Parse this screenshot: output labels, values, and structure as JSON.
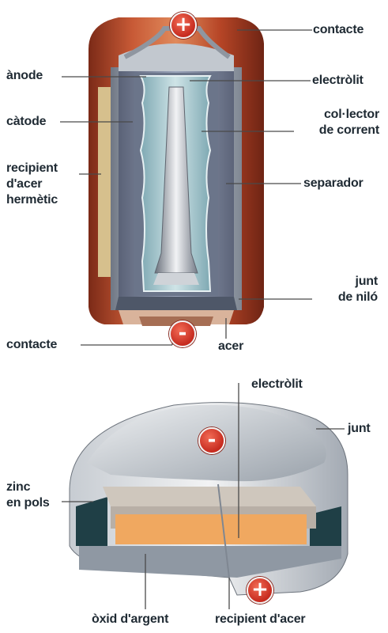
{
  "cylindrical_battery": {
    "labels": {
      "contacte_top": "contacte",
      "anode": "ànode",
      "electrolit": "electròlit",
      "catode": "càtode",
      "collector_l1": "col·lector",
      "collector_l2": "de corrent",
      "recipient_l1": "recipient",
      "recipient_l2": "d'acer",
      "recipient_l3": "hermètic",
      "separador": "separador",
      "junt_l1": "junt",
      "junt_l2": "de niló",
      "contacte_bottom": "contacte",
      "acer": "acer"
    },
    "terminals": {
      "top": "+",
      "bottom": "-"
    }
  },
  "button_battery": {
    "labels": {
      "electrolit": "electròlit",
      "junt": "junt",
      "zinc_l1": "zinc",
      "zinc_l2": "en pols",
      "oxid": "òxid d'argent",
      "recipient": "recipient d'acer"
    },
    "terminals": {
      "top": "-",
      "bottom": "+"
    }
  },
  "colors": {
    "steel_outer": "#b84a2e",
    "zinc_fill": "#c9b88a",
    "electrolyte": "#a9c9cf",
    "silver_oxide": "#f0a860",
    "terminal_red": "#d23a2a"
  }
}
